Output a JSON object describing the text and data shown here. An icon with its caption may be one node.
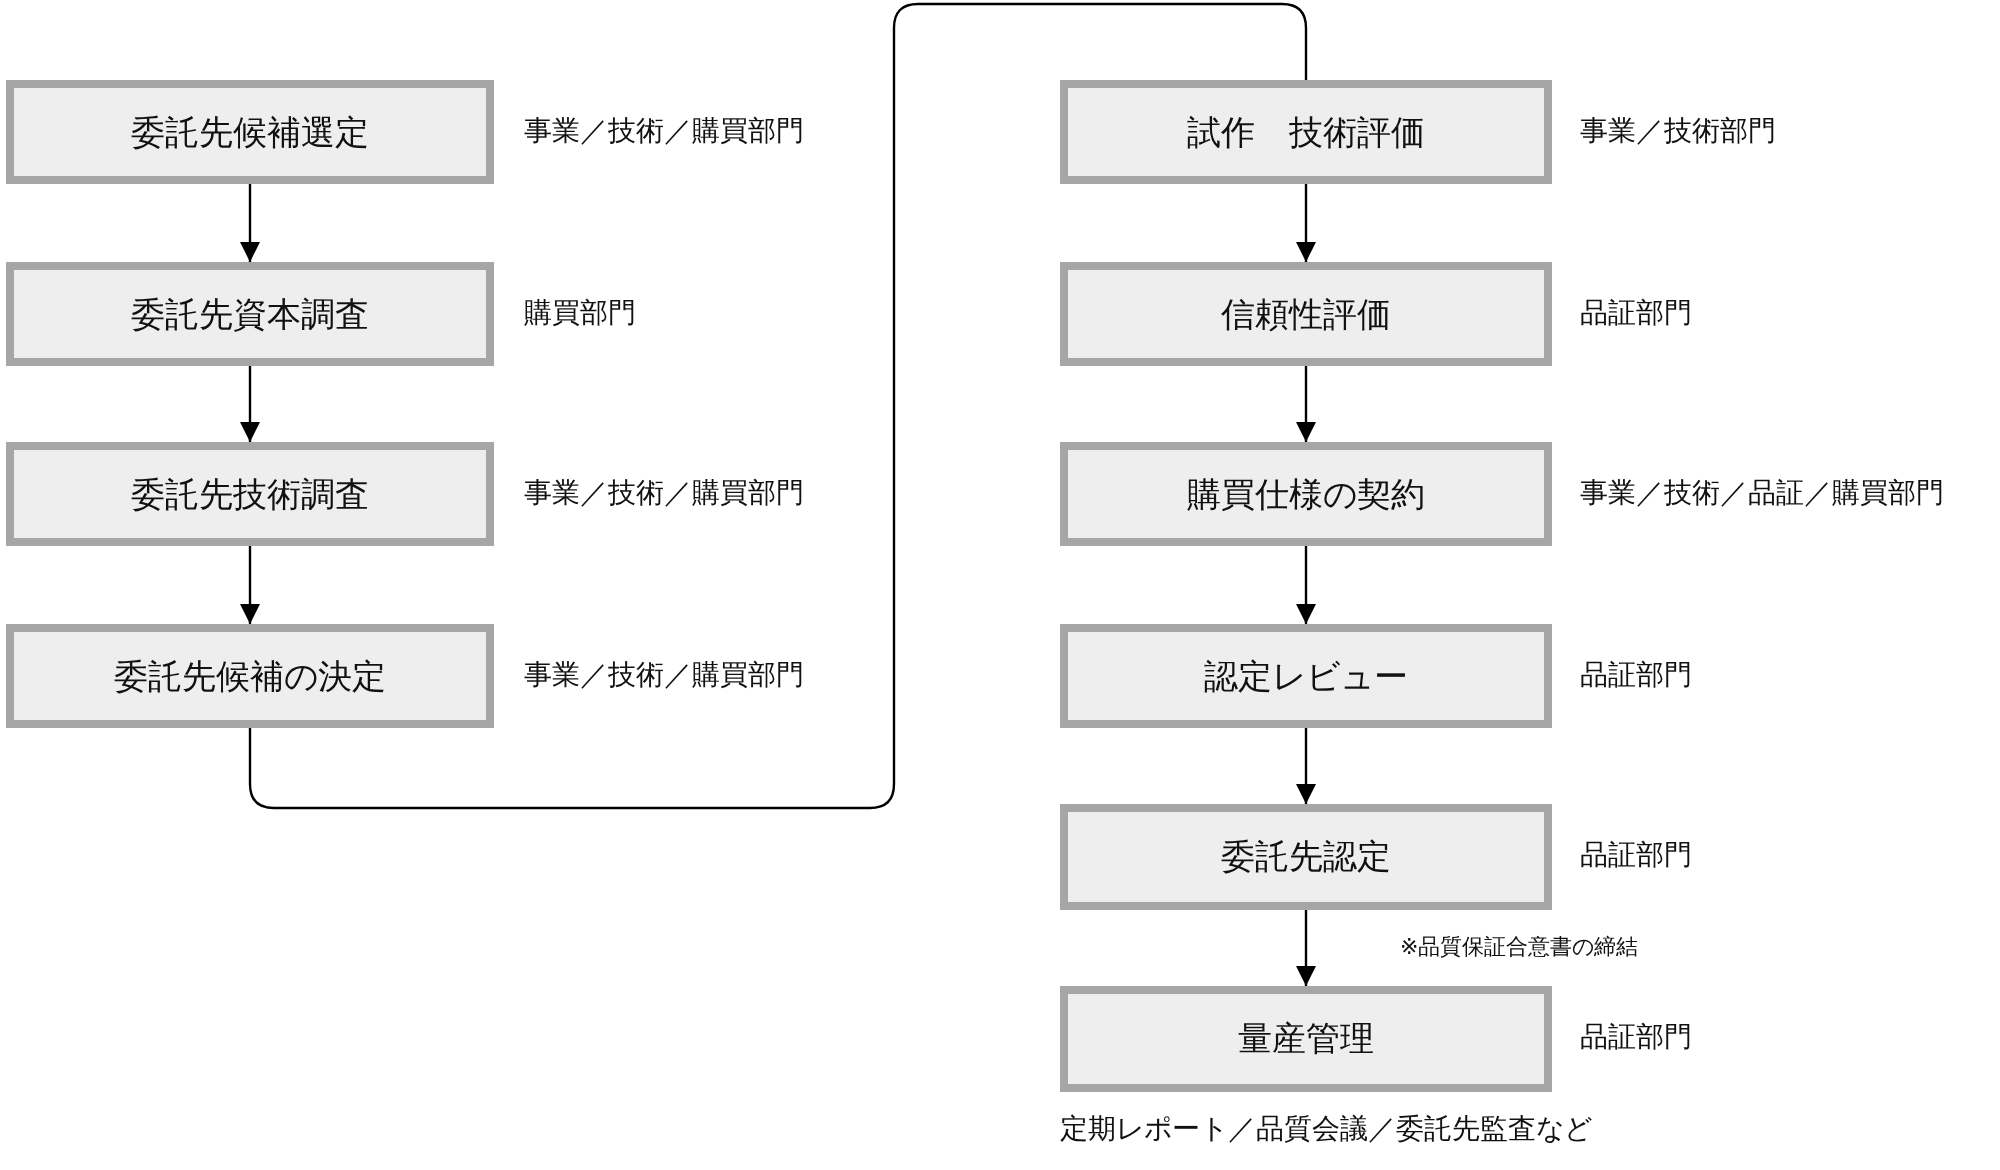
{
  "diagram": {
    "nodes": [
      {
        "text": [
          "委託先候補選定"
        ],
        "beside": [
          "事業／技術／購買部門"
        ]
      },
      {
        "text": [
          "委託先資本調査"
        ],
        "beside": [
          "購買部門"
        ]
      },
      {
        "text": [
          "委託先技術調査"
        ],
        "beside": [
          "事業／技術／購買部門"
        ]
      },
      {
        "text": [
          "委託先候補の決定"
        ],
        "beside": [
          "事業／技術／購買部門"
        ]
      },
      {
        "text": [
          "試作　技術評価"
        ],
        "beside": [
          "事業／技術部門"
        ]
      },
      {
        "text": [
          "信頼性評価"
        ],
        "beside": [
          "品証部門"
        ]
      },
      {
        "text": [
          "購買仕様の契約"
        ],
        "beside": [
          "事業／技術／品証／購買部門"
        ]
      },
      {
        "text": [
          "認定レビュー"
        ],
        "beside": [
          "品証部門"
        ]
      },
      {
        "text": [
          "委託先認定"
        ],
        "beside": [
          "品証部門"
        ]
      },
      {
        "text": [
          "量産管理"
        ],
        "beside": [
          "品証部門",
          "定期レポート／品質会議／委託先監査など"
        ]
      }
    ],
    "edges": [
      {
        "from": 0,
        "to": 1,
        "arrow": "to"
      },
      {
        "from": 1,
        "to": 2,
        "arrow": "to"
      },
      {
        "from": 2,
        "to": 3,
        "arrow": "to"
      },
      {
        "from": 3,
        "to": 4,
        "arrow": "none"
      },
      {
        "from": 4,
        "to": 5,
        "arrow": "to"
      },
      {
        "from": 5,
        "to": 6,
        "arrow": "to"
      },
      {
        "from": 6,
        "to": 7,
        "arrow": "to"
      },
      {
        "from": 7,
        "to": 8,
        "arrow": "to"
      },
      {
        "from": 8,
        "to": 9,
        "arrow": "to",
        "label": "※品質保証合意書の締結"
      }
    ]
  }
}
